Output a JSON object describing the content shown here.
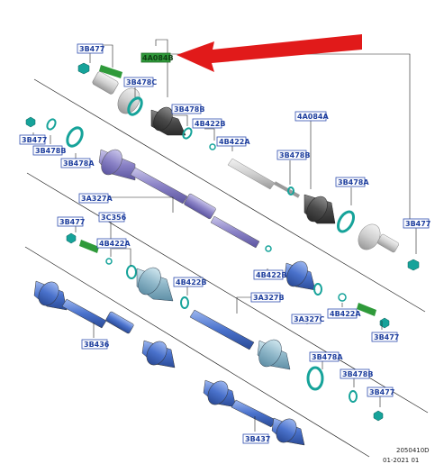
{
  "labels": {
    "l1": "3B477",
    "l2": "4A084B",
    "l3": "3B478C",
    "l4": "3B478B",
    "l5": "4B422B",
    "l6": "4B422A",
    "l7": "3B477",
    "l8": "3B478B",
    "l9": "3B478A",
    "l10": "4A084A",
    "l11": "3B478B",
    "l12": "3B478A",
    "l13": "3B477",
    "l14": "3A327A",
    "l15": "3B477",
    "l16": "3C356",
    "l17": "4B422A",
    "l18": "4B422B",
    "l19": "4B422B",
    "l20": "3A327B",
    "l21": "3A327C",
    "l22": "4B422A",
    "l23": "3B477",
    "l24": "3B436",
    "l25": "3B478A",
    "l26": "3B478B",
    "l27": "3B477",
    "l28": "3B437"
  },
  "footer": {
    "line1": "2050410D",
    "line2": "01-2021 01"
  },
  "colors": {
    "arrow": "#e11a1a",
    "highlight": "#2f9a3a",
    "label": "#1f3f9e",
    "shaft_purple": "#8e86c9",
    "shaft_blue": "#4a72cc"
  }
}
